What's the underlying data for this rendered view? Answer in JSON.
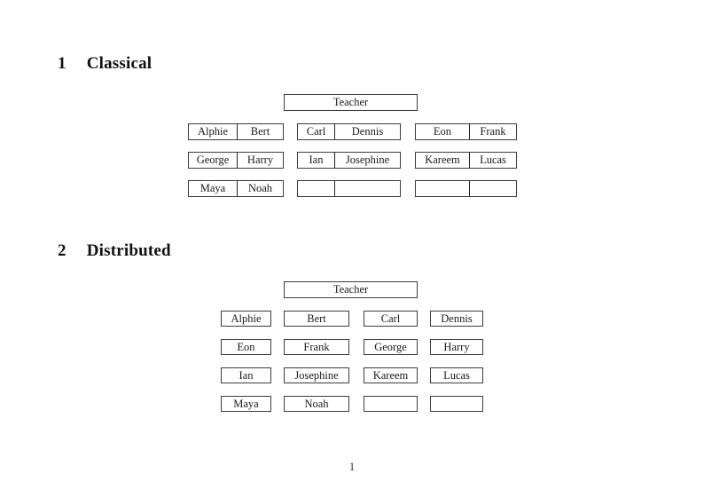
{
  "page": {
    "number": "1",
    "background_color": "#ffffff",
    "line_color": "#3c3c3c",
    "text_color": "#1a1a1a"
  },
  "sections": [
    {
      "number": "1",
      "title": "Classical",
      "teacher_label": "Teacher",
      "rows": [
        [
          [
            "Alphie",
            "Bert"
          ],
          [
            "Carl",
            "Dennis"
          ],
          [
            "Eon",
            "Frank"
          ]
        ],
        [
          [
            "George",
            "Harry"
          ],
          [
            "Ian",
            "Josephine"
          ],
          [
            "Kareem",
            "Lucas"
          ]
        ],
        [
          [
            "Maya",
            "Noah"
          ],
          [
            "",
            ""
          ],
          [
            "",
            ""
          ]
        ]
      ]
    },
    {
      "number": "2",
      "title": "Distributed",
      "teacher_label": "Teacher",
      "rows": [
        [
          "Alphie",
          "Bert",
          "Carl",
          "Dennis"
        ],
        [
          "Eon",
          "Frank",
          "George",
          "Harry"
        ],
        [
          "Ian",
          "Josephine",
          "Kareem",
          "Lucas"
        ],
        [
          "Maya",
          "Noah",
          "",
          ""
        ]
      ]
    }
  ]
}
